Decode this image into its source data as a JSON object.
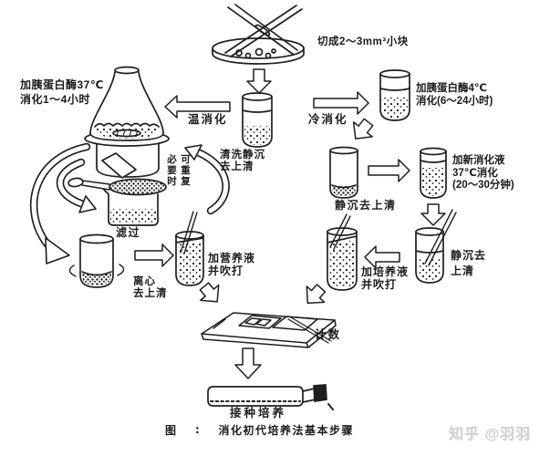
{
  "figure": {
    "caption_label": "图",
    "caption_colon": "∶",
    "caption_text": "消化初代培养法基本步骤",
    "watermark": "知乎 @羽羽"
  },
  "labels": {
    "cut_note": "切成2～3mm³小块",
    "warm_enzyme": "加胰蛋白酶37℃\n消化1～4小时",
    "warm_digest": "温消化",
    "cold_digest": "冷消化",
    "wash_settle": "清洗静沉\n去上清",
    "cold_enzyme": "加胰蛋白酶4℃\n消化(6～24小时)",
    "settle_decant_1": "静沉去上清",
    "fresh_digest": "加新消化液\n37℃消化\n(20～30分钟)",
    "settle_decant_2": "静沉去\n上清",
    "add_medium": "加培养液\n并吹打",
    "repeat_note": "必要时\n可重复",
    "filter": "滤过",
    "centrifuge": "离心\n去上清",
    "add_nutrient": "加营养液\n并吹打",
    "count": "计数",
    "inoculate": "接种培养"
  }
}
